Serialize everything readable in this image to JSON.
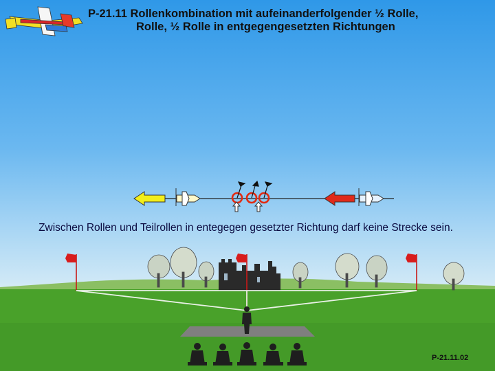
{
  "title": {
    "line1": "P-21.11 Rollenkombination mit aufeinanderfolgender ½ Rolle,",
    "line2": "Rolle, ½ Rolle in entgegengesetzten Richtungen"
  },
  "note": "Zwischen Rollen und Teilrollen in entegegen gesetzter Richtung darf keine Strecke sein.",
  "figure_code": "P-21.11.02",
  "colors": {
    "exit_arrow": "#f2ee1a",
    "entry_arrow": "#e02a1a",
    "roll_circle": "#e22a10",
    "grass": "#49a12a",
    "flag": "#d81c1c"
  },
  "icons": [
    "aircraft-logo-icon",
    "exit-arrow-icon",
    "entry-arrow-icon",
    "roll-symbol-icon",
    "flag-icon",
    "tree-icon",
    "castle-ruin-icon",
    "pilot-icon",
    "spectator-icon"
  ]
}
